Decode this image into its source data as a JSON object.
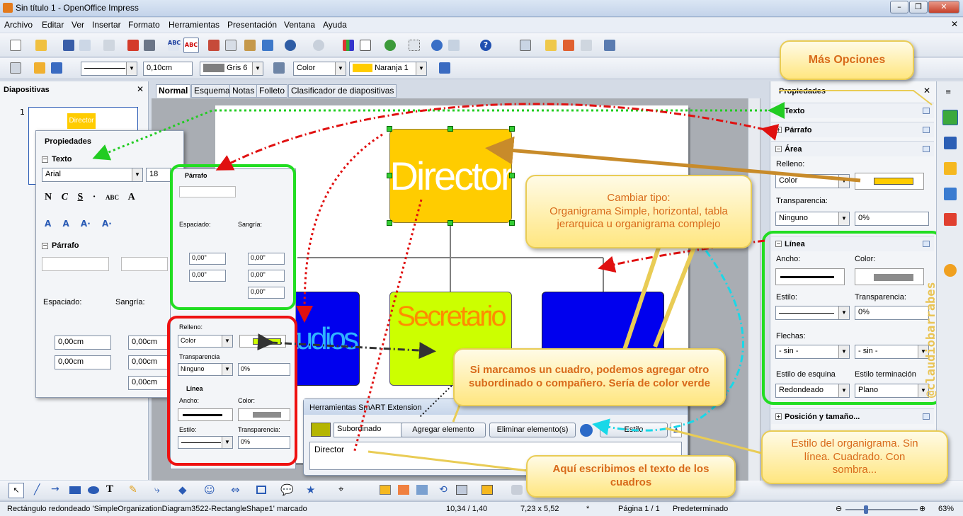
{
  "window": {
    "title": "Sin título 1 - OpenOffice Impress"
  },
  "menu": [
    "Archivo",
    "Editar",
    "Ver",
    "Insertar",
    "Formato",
    "Herramientas",
    "Presentación",
    "Ventana",
    "Ayuda"
  ],
  "line_toolbar": {
    "line_width": "0,10cm",
    "line_color": "Gris 6",
    "fill_type": "Color",
    "fill_color": "Naranja 1",
    "line_color_hex": "#7f7f7f",
    "fill_color_hex": "#ffcc00"
  },
  "slides_pane": {
    "title": "Diapositivas",
    "slide_number": "1",
    "thumb_text": "Director"
  },
  "view_tabs": [
    "Normal",
    "Esquema",
    "Notas",
    "Folleto",
    "Clasificador de diapositivas"
  ],
  "slide": {
    "director": "Director",
    "estudios": "Estudios",
    "secretario": "Secretario",
    "colors": {
      "director": "#ffcc00",
      "estudios": "#0000ee",
      "secretario": "#ccff00",
      "right": "#0000ee"
    }
  },
  "float_props": {
    "title": "Propiedades",
    "texto": "Texto",
    "font": "Arial",
    "size": "18",
    "parrafo": "Párrafo",
    "espaciado": "Espaciado:",
    "sangria": "Sangría:",
    "vals": [
      "0,00cm",
      "0,00cm",
      "0,00cm",
      "0,00cm",
      "0,00cm"
    ]
  },
  "mid_panel": {
    "parrafo": "Párrafo",
    "espaciado": "Espaciado:",
    "sangria": "Sangría:",
    "vals": [
      "0,00\"",
      "0,00\"",
      "0,00\"",
      "0,00\"",
      "0,00\""
    ],
    "relleno": "Relleno:",
    "relleno_val": "Color",
    "transparencia": "Transparencia",
    "trans_val": "Ninguno",
    "trans_pct": "0%",
    "linea": "Línea",
    "ancho": "Ancho:",
    "color": "Color:",
    "estilo": "Estilo:",
    "transp2": "Transparencia:",
    "transp2_val": "0%"
  },
  "right_panel": {
    "title": "Propiedades",
    "texto": "Texto",
    "parrafo": "Párrafo",
    "area": "Área",
    "relleno": "Relleno:",
    "relleno_val": "Color",
    "transparencia": "Transparencia:",
    "trans_val": "Ninguno",
    "trans_pct": "0%",
    "linea": "Línea",
    "ancho": "Ancho:",
    "color": "Color:",
    "estilo": "Estilo:",
    "transp2": "Transparencia:",
    "transp2_val": "0%",
    "flechas": "Flechas:",
    "flecha1": "- sin -",
    "flecha2": "- sin -",
    "esquina_lbl": "Estilo de esquina",
    "esquina_val": "Redondeado",
    "term_lbl": "Estilo terminación",
    "term_val": "Plano",
    "posicion": "Posición y tamaño...",
    "fill_hex": "#ffcc00"
  },
  "smart": {
    "title": "Herramientas SmART Extension",
    "type": "Subordinado",
    "add": "Agregar elemento",
    "remove": "Eliminar elemento(s)",
    "style": "Estilo",
    "text": "Director"
  },
  "callouts": {
    "mas_opciones": "Más Opciones",
    "cambiar_tipo_1": "Cambiar tipo:",
    "cambiar_tipo_2": "Organigrama Simple, horizontal, tabla jerarquica u organigrama complejo",
    "si_marcamos": "Si marcamos un cuadro, podemos agregar otro subordinado o compañero. Sería de color verde",
    "estilo_org": "Estilo del organigrama. Sin línea. Cuadrado. Con sombra...",
    "aqui": "Aquí escribimos el texto de los cuadros"
  },
  "watermark": "@claudiobarrabes",
  "status": {
    "message": "Rectángulo redondeado 'SimpleOrganizationDiagram3522-RectangleShape1' marcado",
    "position": "10,34 / 1,40",
    "size": "7,23 x 5,52",
    "modified": "*",
    "page": "Página 1 / 1",
    "layout": "Predeterminado",
    "zoom": "63%"
  }
}
